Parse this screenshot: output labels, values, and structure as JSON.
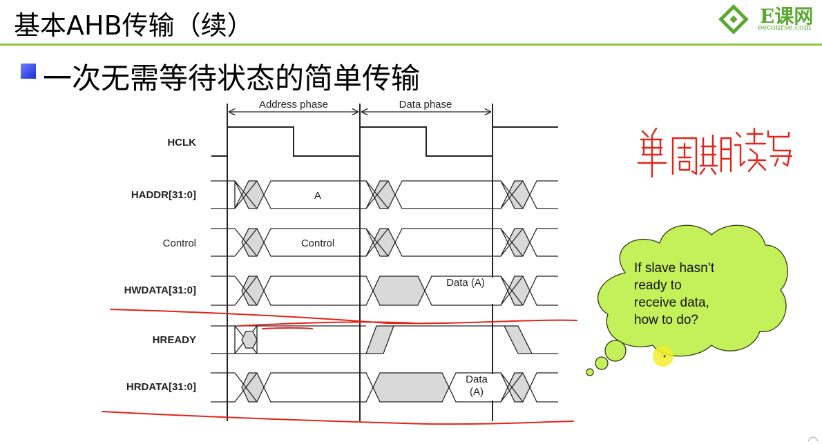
{
  "header": {
    "title": "基本AHB传输（续）",
    "logo_text": "E课网",
    "logo_url_text": "eecourse.com",
    "accent_color": "#8dc63f"
  },
  "section": {
    "heading": "一次无需等待状态的简单传输",
    "bullet_color": "#2236e0"
  },
  "diagram": {
    "phases": [
      "Address phase",
      "Data phase"
    ],
    "signals": [
      {
        "name": "HCLK"
      },
      {
        "name": "HADDR[31:0]",
        "value": "A"
      },
      {
        "name": "Control",
        "value": "Control"
      },
      {
        "name": "HWDATA[31:0]",
        "value": "Data (A)"
      },
      {
        "name": "HREADY"
      },
      {
        "name": "HRDATA[31:0]",
        "value": "Data (A)"
      }
    ],
    "signal_label_color": "#222222",
    "hatch_color": "#d9d9d9"
  },
  "bubble": {
    "lines": [
      "If slave hasn’t",
      "ready to",
      "receive data,",
      "how to do?"
    ],
    "fill": "#c4f05a"
  },
  "annotation": {
    "handwritten_note": "单周期读写",
    "ink_color": "#e2231a"
  }
}
